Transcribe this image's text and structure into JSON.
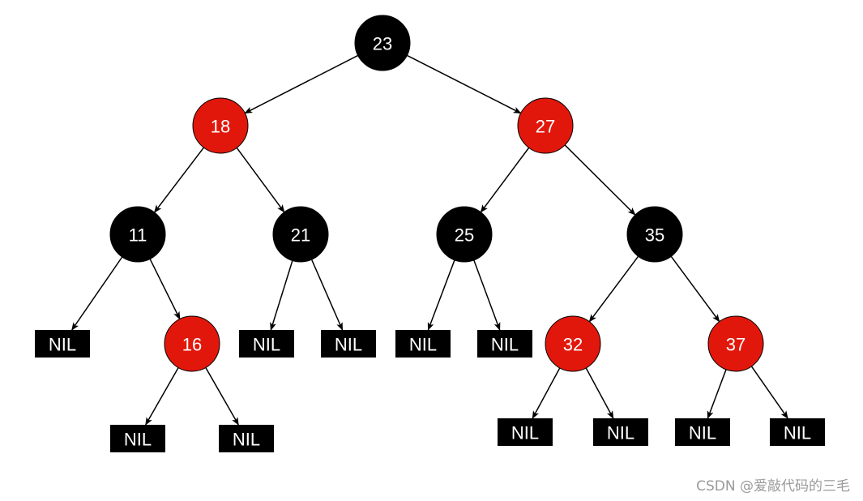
{
  "colors": {
    "black_node": "#000000",
    "red_node": "#e2170b",
    "node_text": "#ffffff",
    "edge": "#000000",
    "watermark": "#9a9a9a"
  },
  "nodes": [
    {
      "id": "n23",
      "label": "23",
      "color": "black",
      "kind": "circle"
    },
    {
      "id": "n18",
      "label": "18",
      "color": "red",
      "kind": "circle"
    },
    {
      "id": "n27",
      "label": "27",
      "color": "red",
      "kind": "circle"
    },
    {
      "id": "n11",
      "label": "11",
      "color": "black",
      "kind": "circle"
    },
    {
      "id": "n21",
      "label": "21",
      "color": "black",
      "kind": "circle"
    },
    {
      "id": "n25",
      "label": "25",
      "color": "black",
      "kind": "circle"
    },
    {
      "id": "n35",
      "label": "35",
      "color": "black",
      "kind": "circle"
    },
    {
      "id": "nil11L",
      "label": "NIL",
      "color": "black",
      "kind": "nil"
    },
    {
      "id": "n16",
      "label": "16",
      "color": "red",
      "kind": "circle"
    },
    {
      "id": "nil21L",
      "label": "NIL",
      "color": "black",
      "kind": "nil"
    },
    {
      "id": "nil21R",
      "label": "NIL",
      "color": "black",
      "kind": "nil"
    },
    {
      "id": "nil25L",
      "label": "NIL",
      "color": "black",
      "kind": "nil"
    },
    {
      "id": "nil25R",
      "label": "NIL",
      "color": "black",
      "kind": "nil"
    },
    {
      "id": "n32",
      "label": "32",
      "color": "red",
      "kind": "circle"
    },
    {
      "id": "n37",
      "label": "37",
      "color": "red",
      "kind": "circle"
    },
    {
      "id": "nil16L",
      "label": "NIL",
      "color": "black",
      "kind": "nil"
    },
    {
      "id": "nil16R",
      "label": "NIL",
      "color": "black",
      "kind": "nil"
    },
    {
      "id": "nil32L",
      "label": "NIL",
      "color": "black",
      "kind": "nil"
    },
    {
      "id": "nil32R",
      "label": "NIL",
      "color": "black",
      "kind": "nil"
    },
    {
      "id": "nil37L",
      "label": "NIL",
      "color": "black",
      "kind": "nil"
    },
    {
      "id": "nil37R",
      "label": "NIL",
      "color": "black",
      "kind": "nil"
    }
  ],
  "edges": [
    {
      "from": "n23",
      "to": "n18"
    },
    {
      "from": "n23",
      "to": "n27"
    },
    {
      "from": "n18",
      "to": "n11"
    },
    {
      "from": "n18",
      "to": "n21"
    },
    {
      "from": "n27",
      "to": "n25"
    },
    {
      "from": "n27",
      "to": "n35"
    },
    {
      "from": "n11",
      "to": "nil11L"
    },
    {
      "from": "n11",
      "to": "n16"
    },
    {
      "from": "n21",
      "to": "nil21L"
    },
    {
      "from": "n21",
      "to": "nil21R"
    },
    {
      "from": "n25",
      "to": "nil25L"
    },
    {
      "from": "n25",
      "to": "nil25R"
    },
    {
      "from": "n35",
      "to": "n32"
    },
    {
      "from": "n35",
      "to": "n37"
    },
    {
      "from": "n16",
      "to": "nil16L"
    },
    {
      "from": "n16",
      "to": "nil16R"
    },
    {
      "from": "n32",
      "to": "nil32L"
    },
    {
      "from": "n32",
      "to": "nil32R"
    },
    {
      "from": "n37",
      "to": "nil37L"
    },
    {
      "from": "n37",
      "to": "nil37R"
    }
  ],
  "watermark": "CSDN @爱敲代码的三毛"
}
